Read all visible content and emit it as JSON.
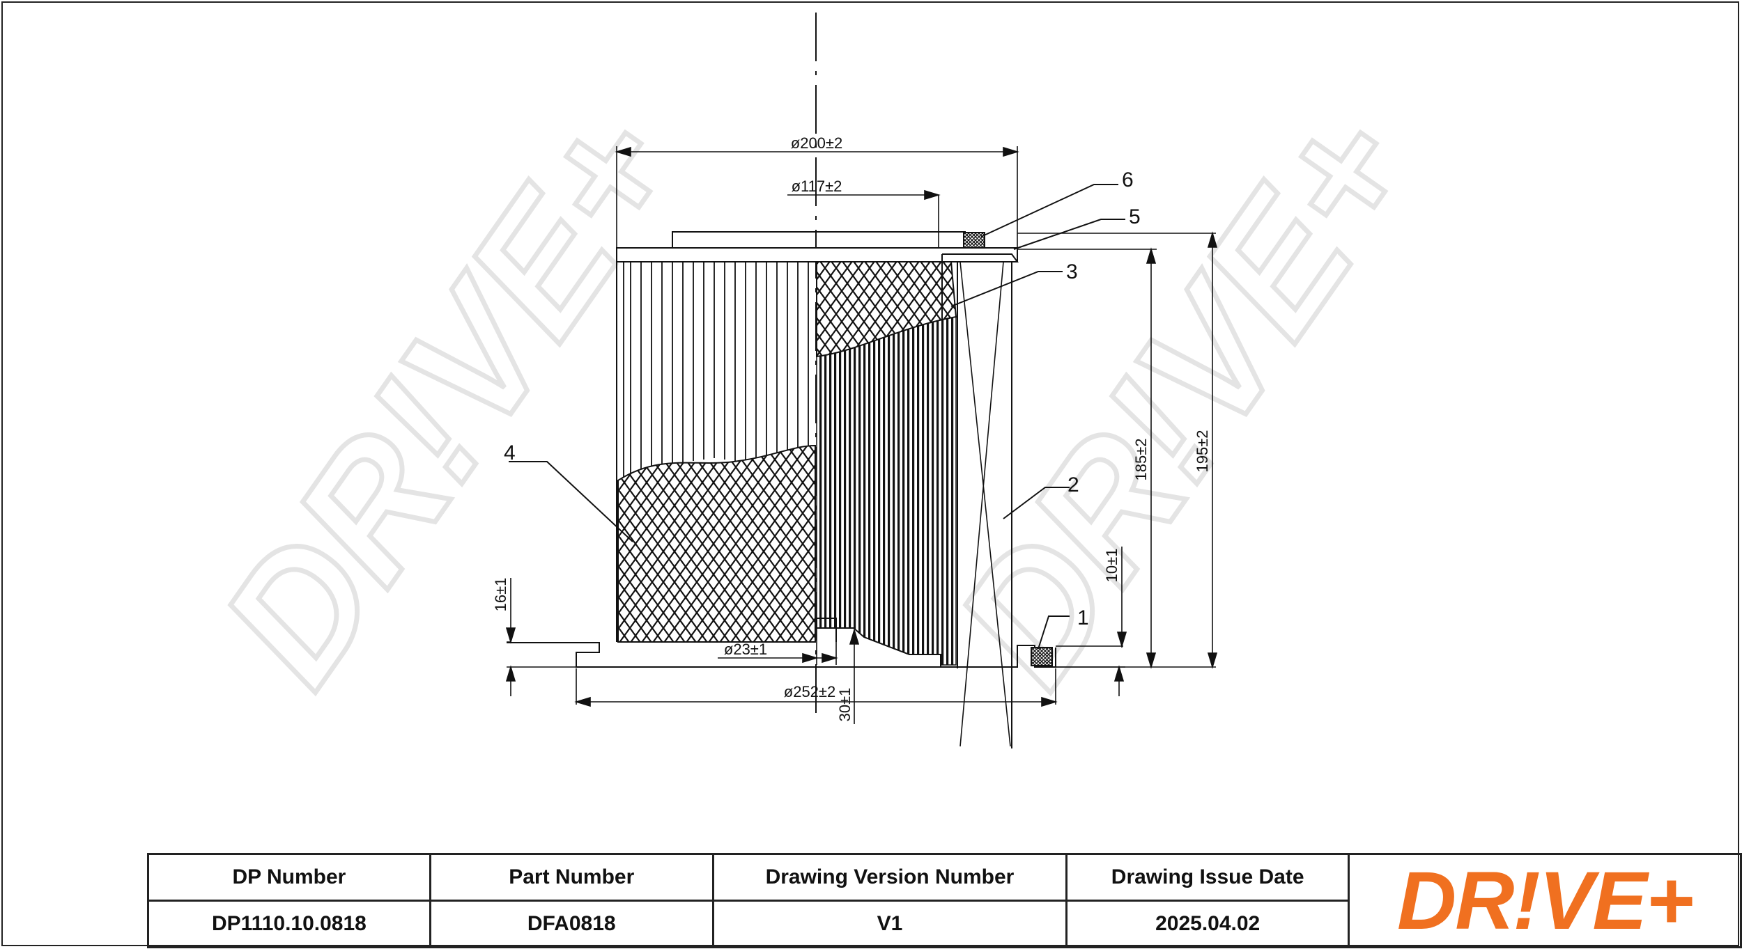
{
  "watermark": "DR!VE+",
  "dimensions": {
    "d_outer": "ø200±2",
    "d_inner": "ø117±2",
    "d_base": "ø252±2",
    "d_hole": "ø23±1",
    "h_185": "185±2",
    "h_195": "195±2",
    "h_16": "16±1",
    "h_10": "10±1",
    "h_30": "30±1"
  },
  "callouts": [
    "1",
    "2",
    "3",
    "4",
    "5",
    "6"
  ],
  "title_block": {
    "headers": [
      "DP Number",
      "Part Number",
      "Drawing Version Number",
      "Drawing Issue Date"
    ],
    "values": [
      "DP1110.10.0818",
      "DFA0818",
      "V1",
      "2025.04.02"
    ],
    "logo": "DR!VE+"
  },
  "colors": {
    "brand": "#f07020",
    "line": "#111111",
    "watermark": "#e6e6e6"
  }
}
